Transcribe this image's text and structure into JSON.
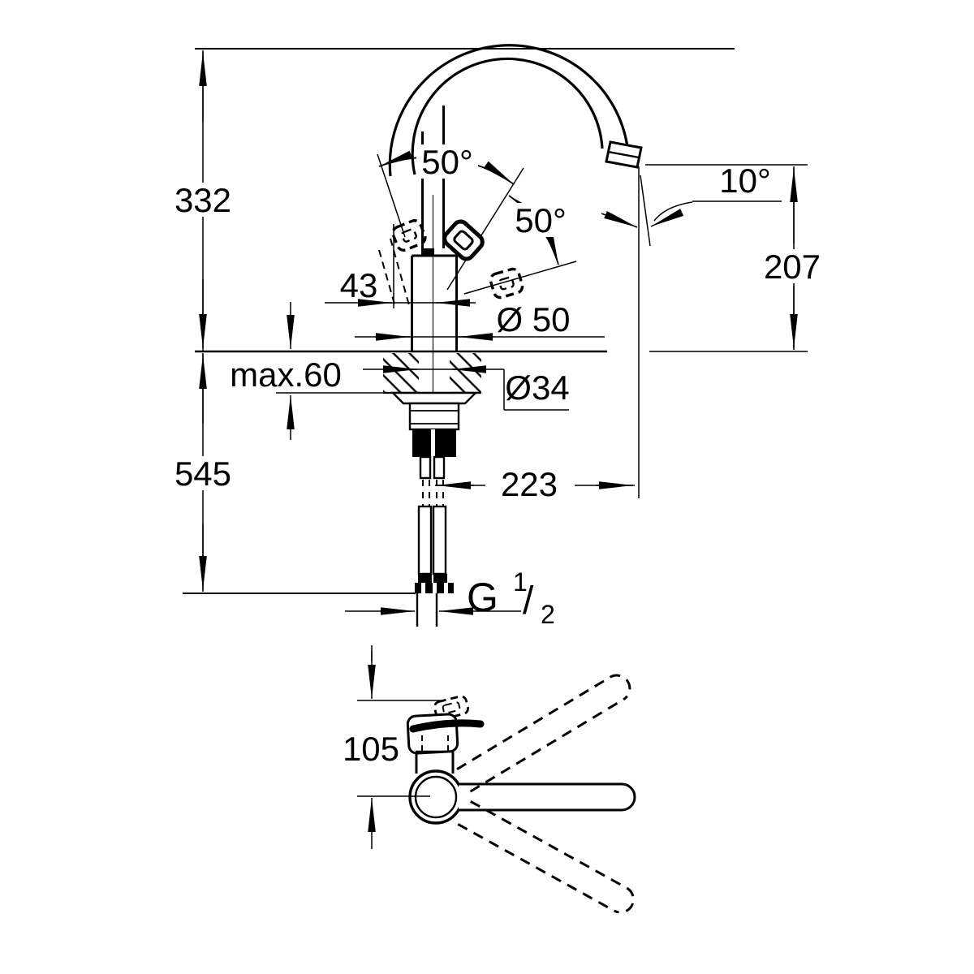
{
  "side_view": {
    "overall_height": "332",
    "swing_left": "50°",
    "swing_right": "50°",
    "outlet_angle": "10°",
    "outlet_height": "207",
    "lever_offset": "43",
    "body_diameter": "Ø 50",
    "deck_thickness": "max.60",
    "shank_diameter": "Ø34",
    "below_deck_height": "545",
    "spout_reach": "223",
    "thread": {
      "letter": "G",
      "numerator": "1",
      "slash": "/",
      "denominator": "2"
    }
  },
  "plan_view": {
    "handle_to_spout_axis": "105"
  },
  "colors": {
    "line": "#000000",
    "background": "#ffffff"
  }
}
